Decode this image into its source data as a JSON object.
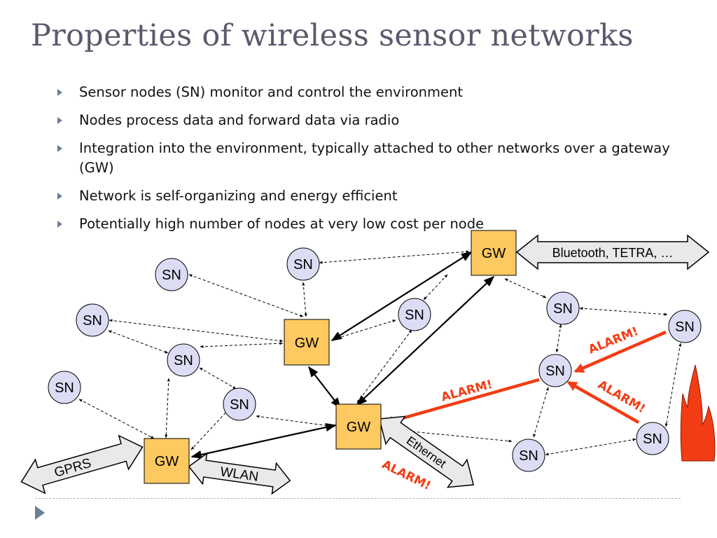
{
  "title": "Properties of wireless sensor networks",
  "bullets": [
    "Sensor nodes (SN) monitor and control the environment",
    "Nodes process data and forward data via radio",
    "Integration into the environment, typically attached to other networks over a gateway (GW)",
    "Network is self-organizing and energy efficient",
    "Potentially high number of nodes at very low cost per node"
  ],
  "diagram": {
    "sensor_node_label": "SN",
    "gateway_label": "GW",
    "external_networks": {
      "top_right": "Bluetooth, TETRA, …",
      "ethernet": "Ethernet",
      "gprs": "GPRS",
      "wlan": "WLAN"
    },
    "alarm_label": "ALARM!",
    "colors": {
      "sensor_node_fill": "#dcdcf5",
      "gateway_fill": "#fdc960",
      "alarm": "#f23c14",
      "fire": "#f23c14",
      "link": "#000000",
      "external_arrow_fill": "#e9e9e9"
    }
  }
}
